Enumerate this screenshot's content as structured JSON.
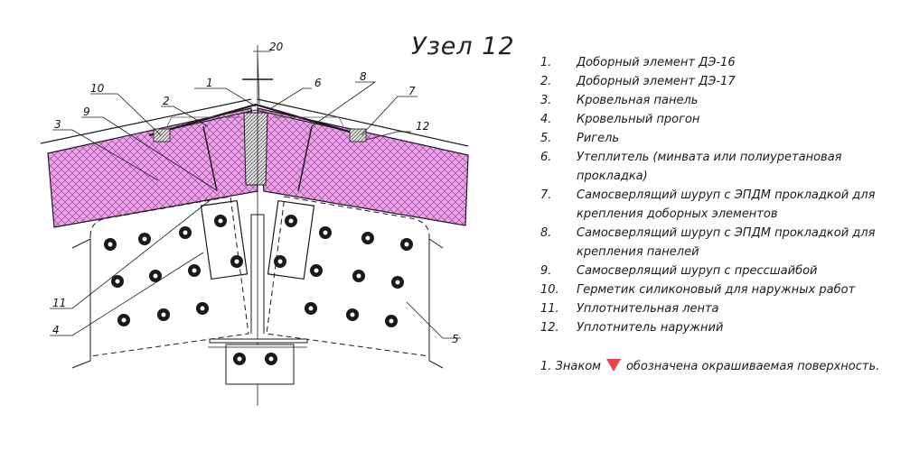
{
  "title": "Узел 12",
  "legend": [
    {
      "num": "1.",
      "text": "Доборный элемент ДЭ-16"
    },
    {
      "num": "2.",
      "text": "Доборный элемент ДЭ-17"
    },
    {
      "num": "3.",
      "text": "Кровельная панель"
    },
    {
      "num": "4.",
      "text": "Кровельный прогон"
    },
    {
      "num": "5.",
      "text": "Ригель"
    },
    {
      "num": "6.",
      "text": "Утеплитель (минвата или полиуретановая прокладка)"
    },
    {
      "num": "7.",
      "text": "Самосверлящий шуруп с ЭПДМ прокладкой для крепления доборных элементов"
    },
    {
      "num": "8.",
      "text": "Самосверлящий шуруп с ЭПДМ прокладкой для крепления панелей"
    },
    {
      "num": "9.",
      "text": "Самосверлящий шуруп с прессшайбой"
    },
    {
      "num": "10.",
      "text": "Герметик силиконовый для наружных работ"
    },
    {
      "num": "11.",
      "text": "Уплотнительная лента"
    },
    {
      "num": "12.",
      "text": "Уплотнитель наружний"
    }
  ],
  "note": {
    "prefix": "1. Знаком",
    "suffix": "обозначена окрашиваемая поверхность."
  },
  "callouts": [
    "20",
    "1",
    "6",
    "8",
    "10",
    "2",
    "7",
    "9",
    "12",
    "3",
    "11",
    "4",
    "5"
  ],
  "colors": {
    "insulation": "#e8a6e6",
    "hatch": "#b04cb0",
    "line": "#1a1a1a",
    "marker": "#e8454a"
  }
}
